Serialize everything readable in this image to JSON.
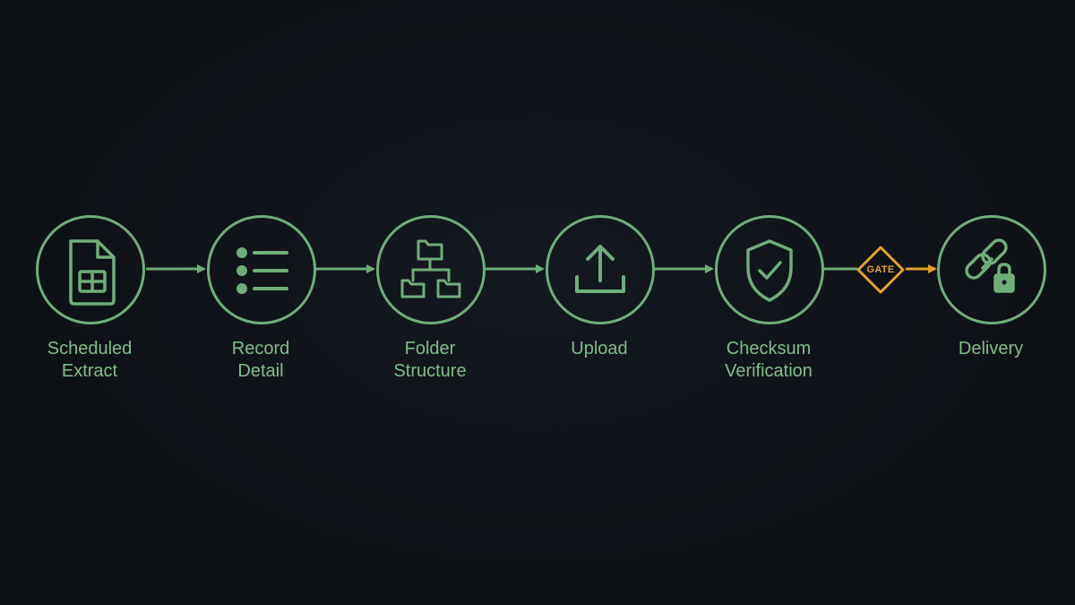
{
  "colors": {
    "background": "#0e1116",
    "accent": "#6fae7a",
    "label": "#7fbf88",
    "gate": "#e3a42c"
  },
  "steps": [
    {
      "label": "Scheduled\nExtract",
      "icon": "spreadsheet-file-icon"
    },
    {
      "label": "Record\nDetail",
      "icon": "list-icon"
    },
    {
      "label": "Folder\nStructure",
      "icon": "folder-tree-icon"
    },
    {
      "label": "Upload",
      "icon": "upload-icon"
    },
    {
      "label": "Checksum\nVerification",
      "icon": "shield-check-icon"
    },
    {
      "label": "Delivery",
      "icon": "link-lock-icon"
    }
  ],
  "gate": {
    "label": "GATE",
    "icon": "diamond-icon"
  }
}
